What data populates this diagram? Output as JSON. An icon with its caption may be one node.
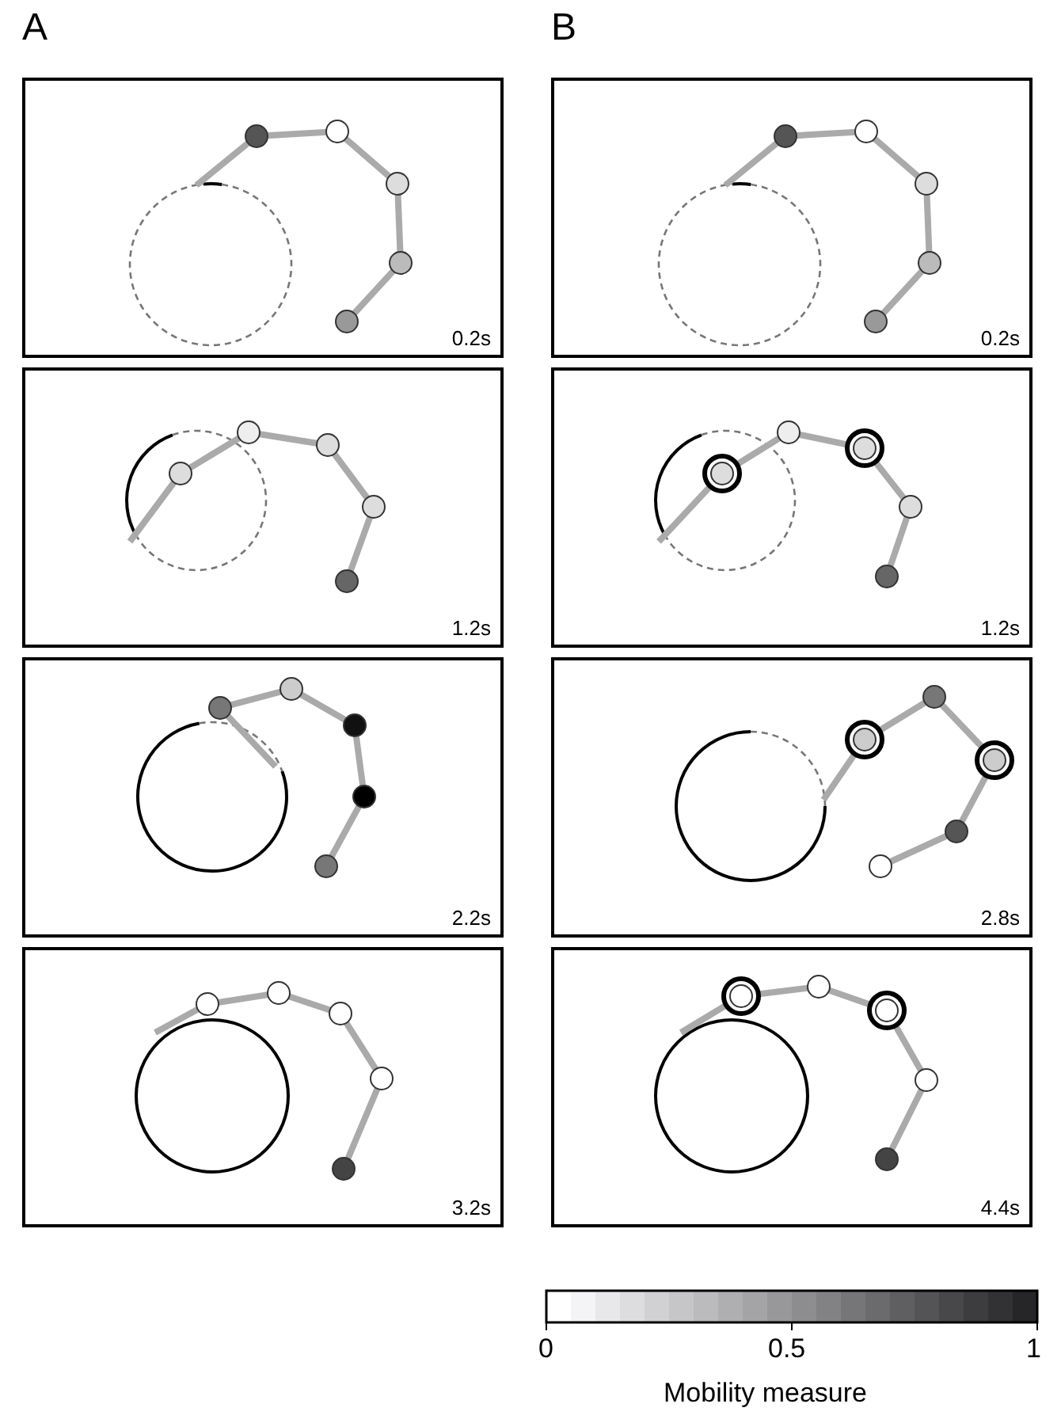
{
  "diagram": {
    "nodes": [
      {
        "text": [
          "0.2s"
        ]
      },
      {
        "text": [
          "1.2s"
        ]
      },
      {
        "text": [
          "2.2s"
        ]
      },
      {
        "text": [
          "3.2s"
        ]
      },
      {
        "text": [
          "0.2s"
        ]
      },
      {
        "text": [
          "1.2s"
        ]
      },
      {
        "text": [
          "2.8s"
        ]
      },
      {
        "text": [
          "4.4s"
        ]
      }
    ],
    "edges": [],
    "labels": [
      "A",
      "B",
      "0",
      "0.5",
      "1",
      "Mobility measure"
    ]
  }
}
